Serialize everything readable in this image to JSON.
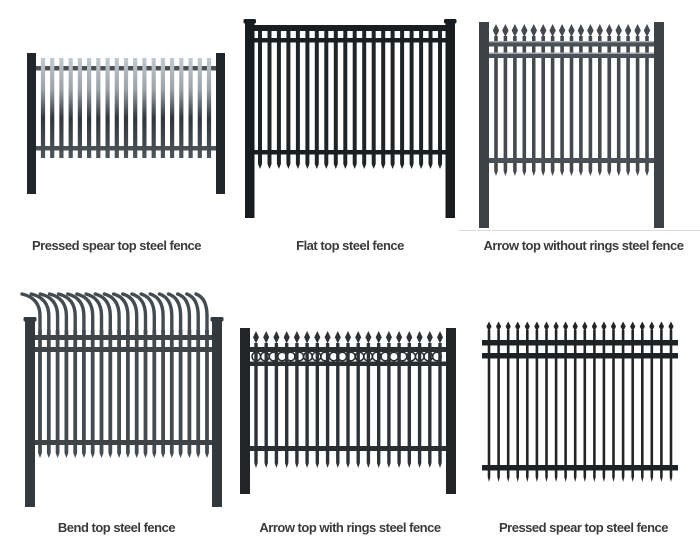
{
  "page": {
    "background": "#ffffff",
    "caption_color": "#3b3b3b",
    "divider_color": "#dcdcdc"
  },
  "products": [
    {
      "id": "pressed-spear-top",
      "caption": "Pressed spear top steel fence"
    },
    {
      "id": "flat-top",
      "caption": "Flat top steel fence"
    },
    {
      "id": "arrow-top-without-rings",
      "caption": "Arrow top without rings steel fence"
    },
    {
      "id": "bend-top",
      "caption": "Bend top steel fence"
    },
    {
      "id": "arrow-top-with-rings",
      "caption": "Arrow top with rings steel fence"
    },
    {
      "id": "pressed-spear-top-2",
      "caption": "Pressed spear top steel fence"
    }
  ]
}
